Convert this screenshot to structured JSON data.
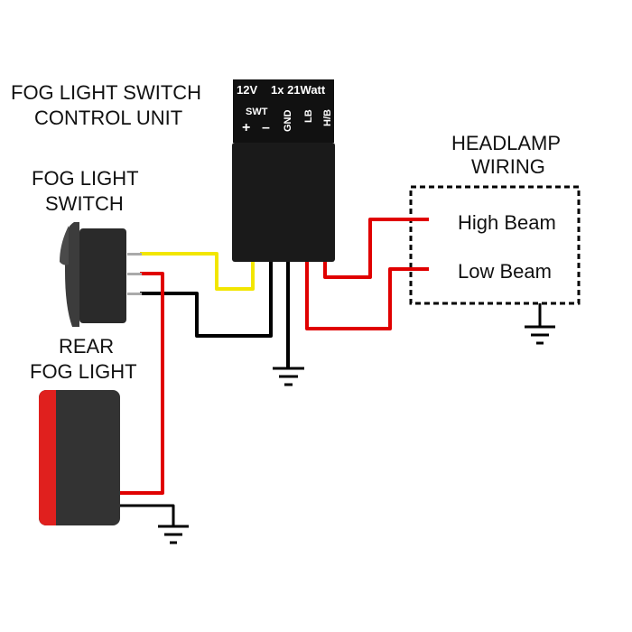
{
  "control_unit": {
    "title_line1": "FOG LIGHT SWITCH",
    "title_line2": "CONTROL UNIT",
    "rating_volt": "12V",
    "rating_load": "1x 21Watt",
    "pins": {
      "swt": "SWT",
      "plus": "+",
      "minus": "–",
      "gnd": "GND",
      "lb": "LB",
      "hb": "H/B"
    }
  },
  "switch": {
    "title_line1": "FOG LIGHT",
    "title_line2": "SWITCH"
  },
  "rear_light": {
    "title_line1": "REAR",
    "title_line2": "FOG LIGHT"
  },
  "headlamp": {
    "title_line1": "HEADLAMP",
    "title_line2": "WIRING",
    "high_beam": "High Beam",
    "low_beam": "Low Beam"
  },
  "colors": {
    "red_wire": "#e00000",
    "yellow_wire": "#f2e600",
    "black_wire": "#000000",
    "device_fill": "#1a1a1a",
    "lamp_red": "#e0201e",
    "lamp_body": "#333333"
  },
  "icons": [
    "ground-symbol-icon",
    "rocker-switch-icon",
    "fog-lamp-icon",
    "control-module-icon"
  ]
}
